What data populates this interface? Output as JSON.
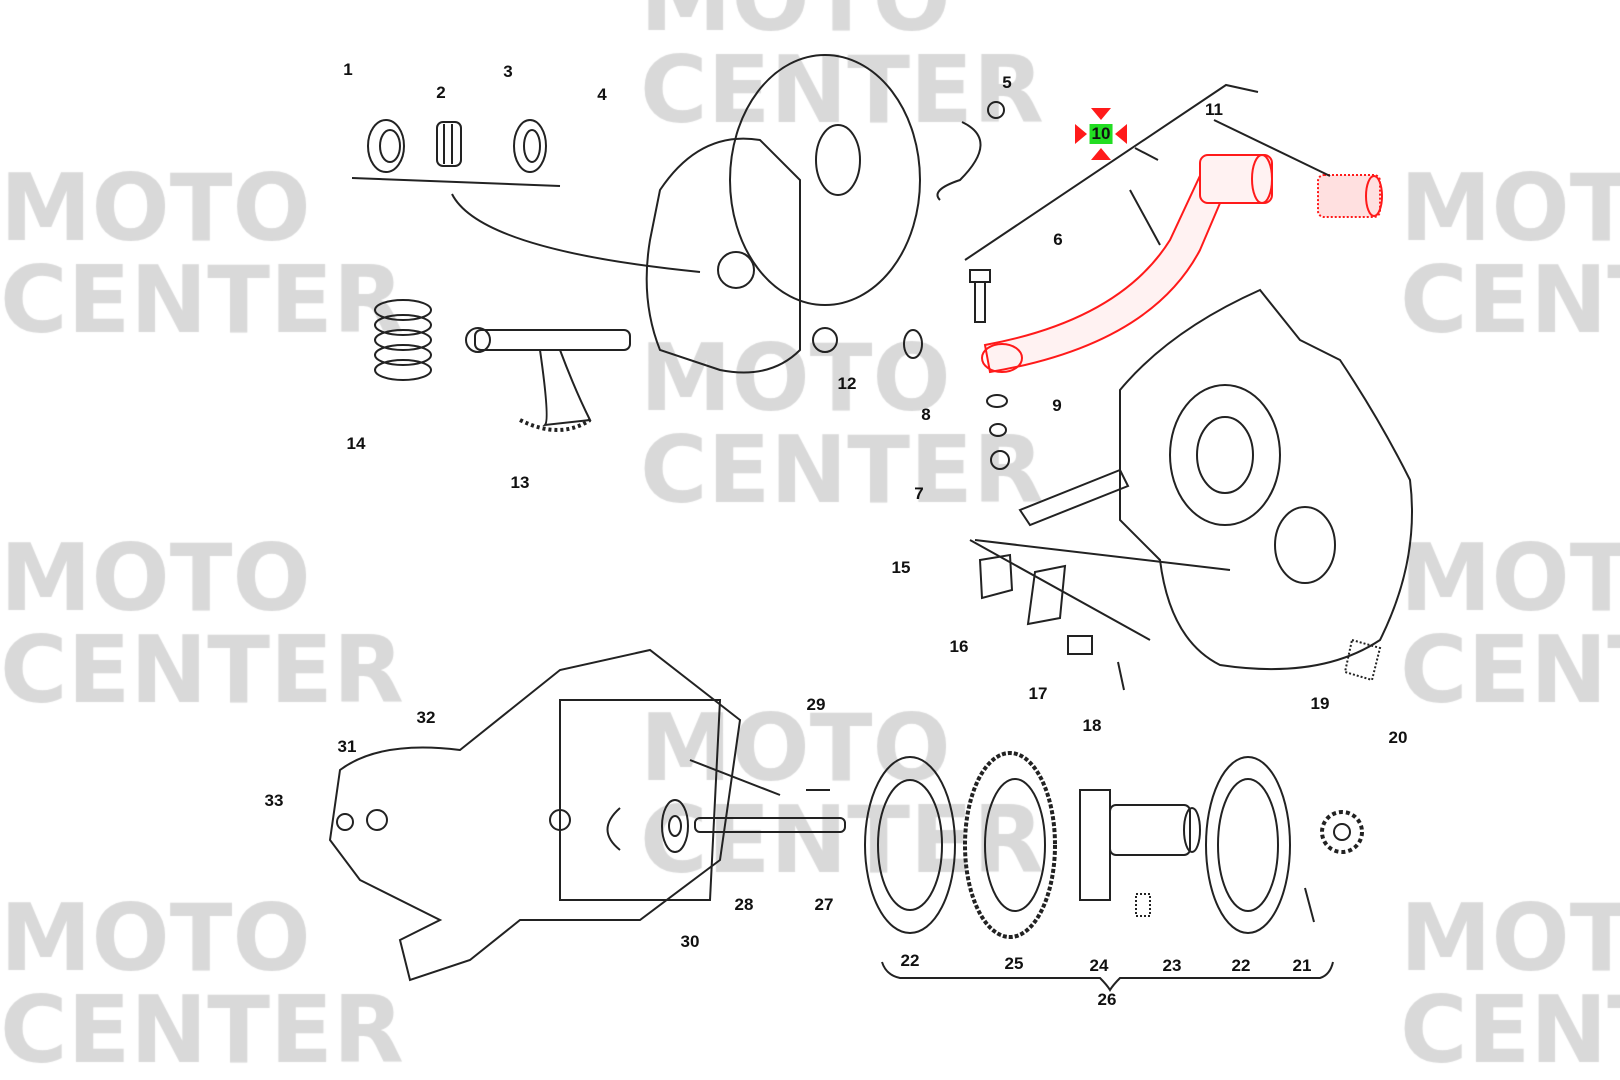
{
  "watermark": {
    "line1": "MOTO",
    "line2": "CENTER"
  },
  "selected_part": "10",
  "colors": {
    "highlight": "#ff1a1a",
    "selected_bg": "#22dd22",
    "watermark": "#d9d9d9"
  },
  "part_numbers": [
    "1",
    "2",
    "3",
    "4",
    "5",
    "6",
    "7",
    "8",
    "9",
    "10",
    "11",
    "12",
    "13",
    "14",
    "15",
    "16",
    "17",
    "18",
    "19",
    "20",
    "21",
    "22",
    "22",
    "23",
    "24",
    "25",
    "26",
    "27",
    "28",
    "29",
    "30",
    "31",
    "32",
    "33"
  ]
}
